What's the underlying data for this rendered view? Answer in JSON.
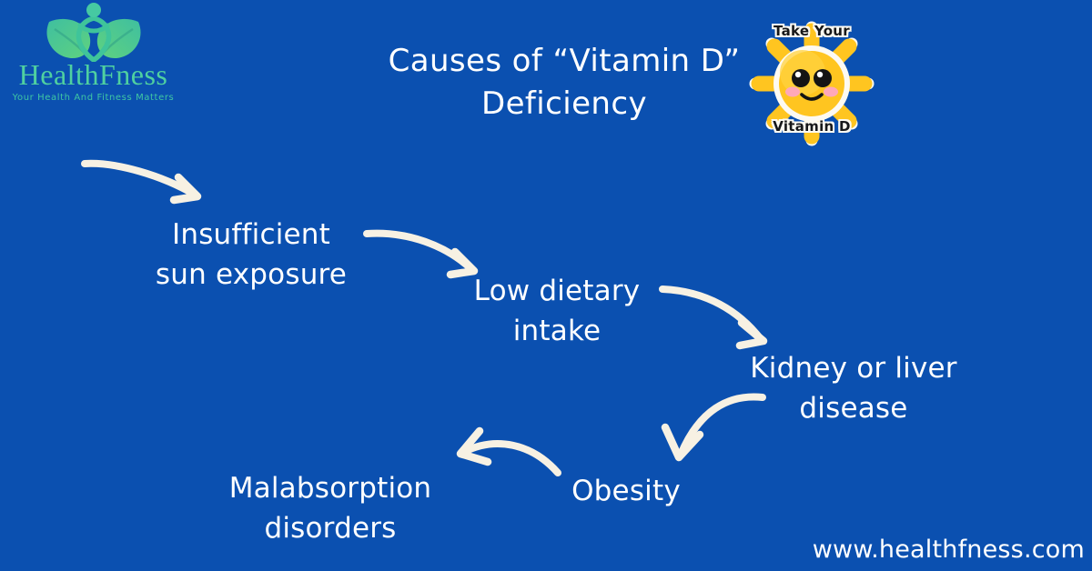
{
  "background_color": "#0b50b0",
  "brand": {
    "logo_icon": "leaf-person-wellness-icon",
    "wordmark": "HealthFness",
    "tagline": "Your Health And Fitness Matters",
    "wordmark_color": "#4fd0a0",
    "tagline_color": "#3fc7a3"
  },
  "header": {
    "title": "Causes of “Vitamin D” Deficiency",
    "title_color": "#ffffff"
  },
  "sticker": {
    "icon": "smiling-sun-icon",
    "top_text": "Take Your",
    "bottom_text": "Vitamin D",
    "sun_color": "#ffc520",
    "sun_highlight": "#ffd84d",
    "outline_color": "#fdfaf2",
    "text_color": "#17181a",
    "cheek_color": "#ffa8b8"
  },
  "flow": {
    "arrow_color": "#f7f1e3",
    "nodes": [
      {
        "id": "insufficient-sun-exposure",
        "label": "Insufficient\nsun exposure"
      },
      {
        "id": "low-dietary-intake",
        "label": "Low dietary\nintake"
      },
      {
        "id": "kidney-or-liver-disease",
        "label": "Kidney or liver\ndisease"
      },
      {
        "id": "obesity",
        "label": "Obesity"
      },
      {
        "id": "malabsorption-disorders",
        "label": "Malabsorption\ndisorders"
      }
    ],
    "connectors": [
      {
        "id": "intro-arrow",
        "from": "",
        "to": "insufficient-sun-exposure",
        "direction": "down-right"
      },
      {
        "id": "arrow-1",
        "from": "insufficient-sun-exposure",
        "to": "low-dietary-intake",
        "direction": "down-right"
      },
      {
        "id": "arrow-2",
        "from": "low-dietary-intake",
        "to": "kidney-or-liver-disease",
        "direction": "down-right"
      },
      {
        "id": "arrow-3",
        "from": "kidney-or-liver-disease",
        "to": "obesity",
        "direction": "down-left"
      },
      {
        "id": "arrow-4",
        "from": "obesity",
        "to": "malabsorption-disorders",
        "direction": "left"
      }
    ]
  },
  "footer": {
    "url": "www.healthfness.com"
  }
}
